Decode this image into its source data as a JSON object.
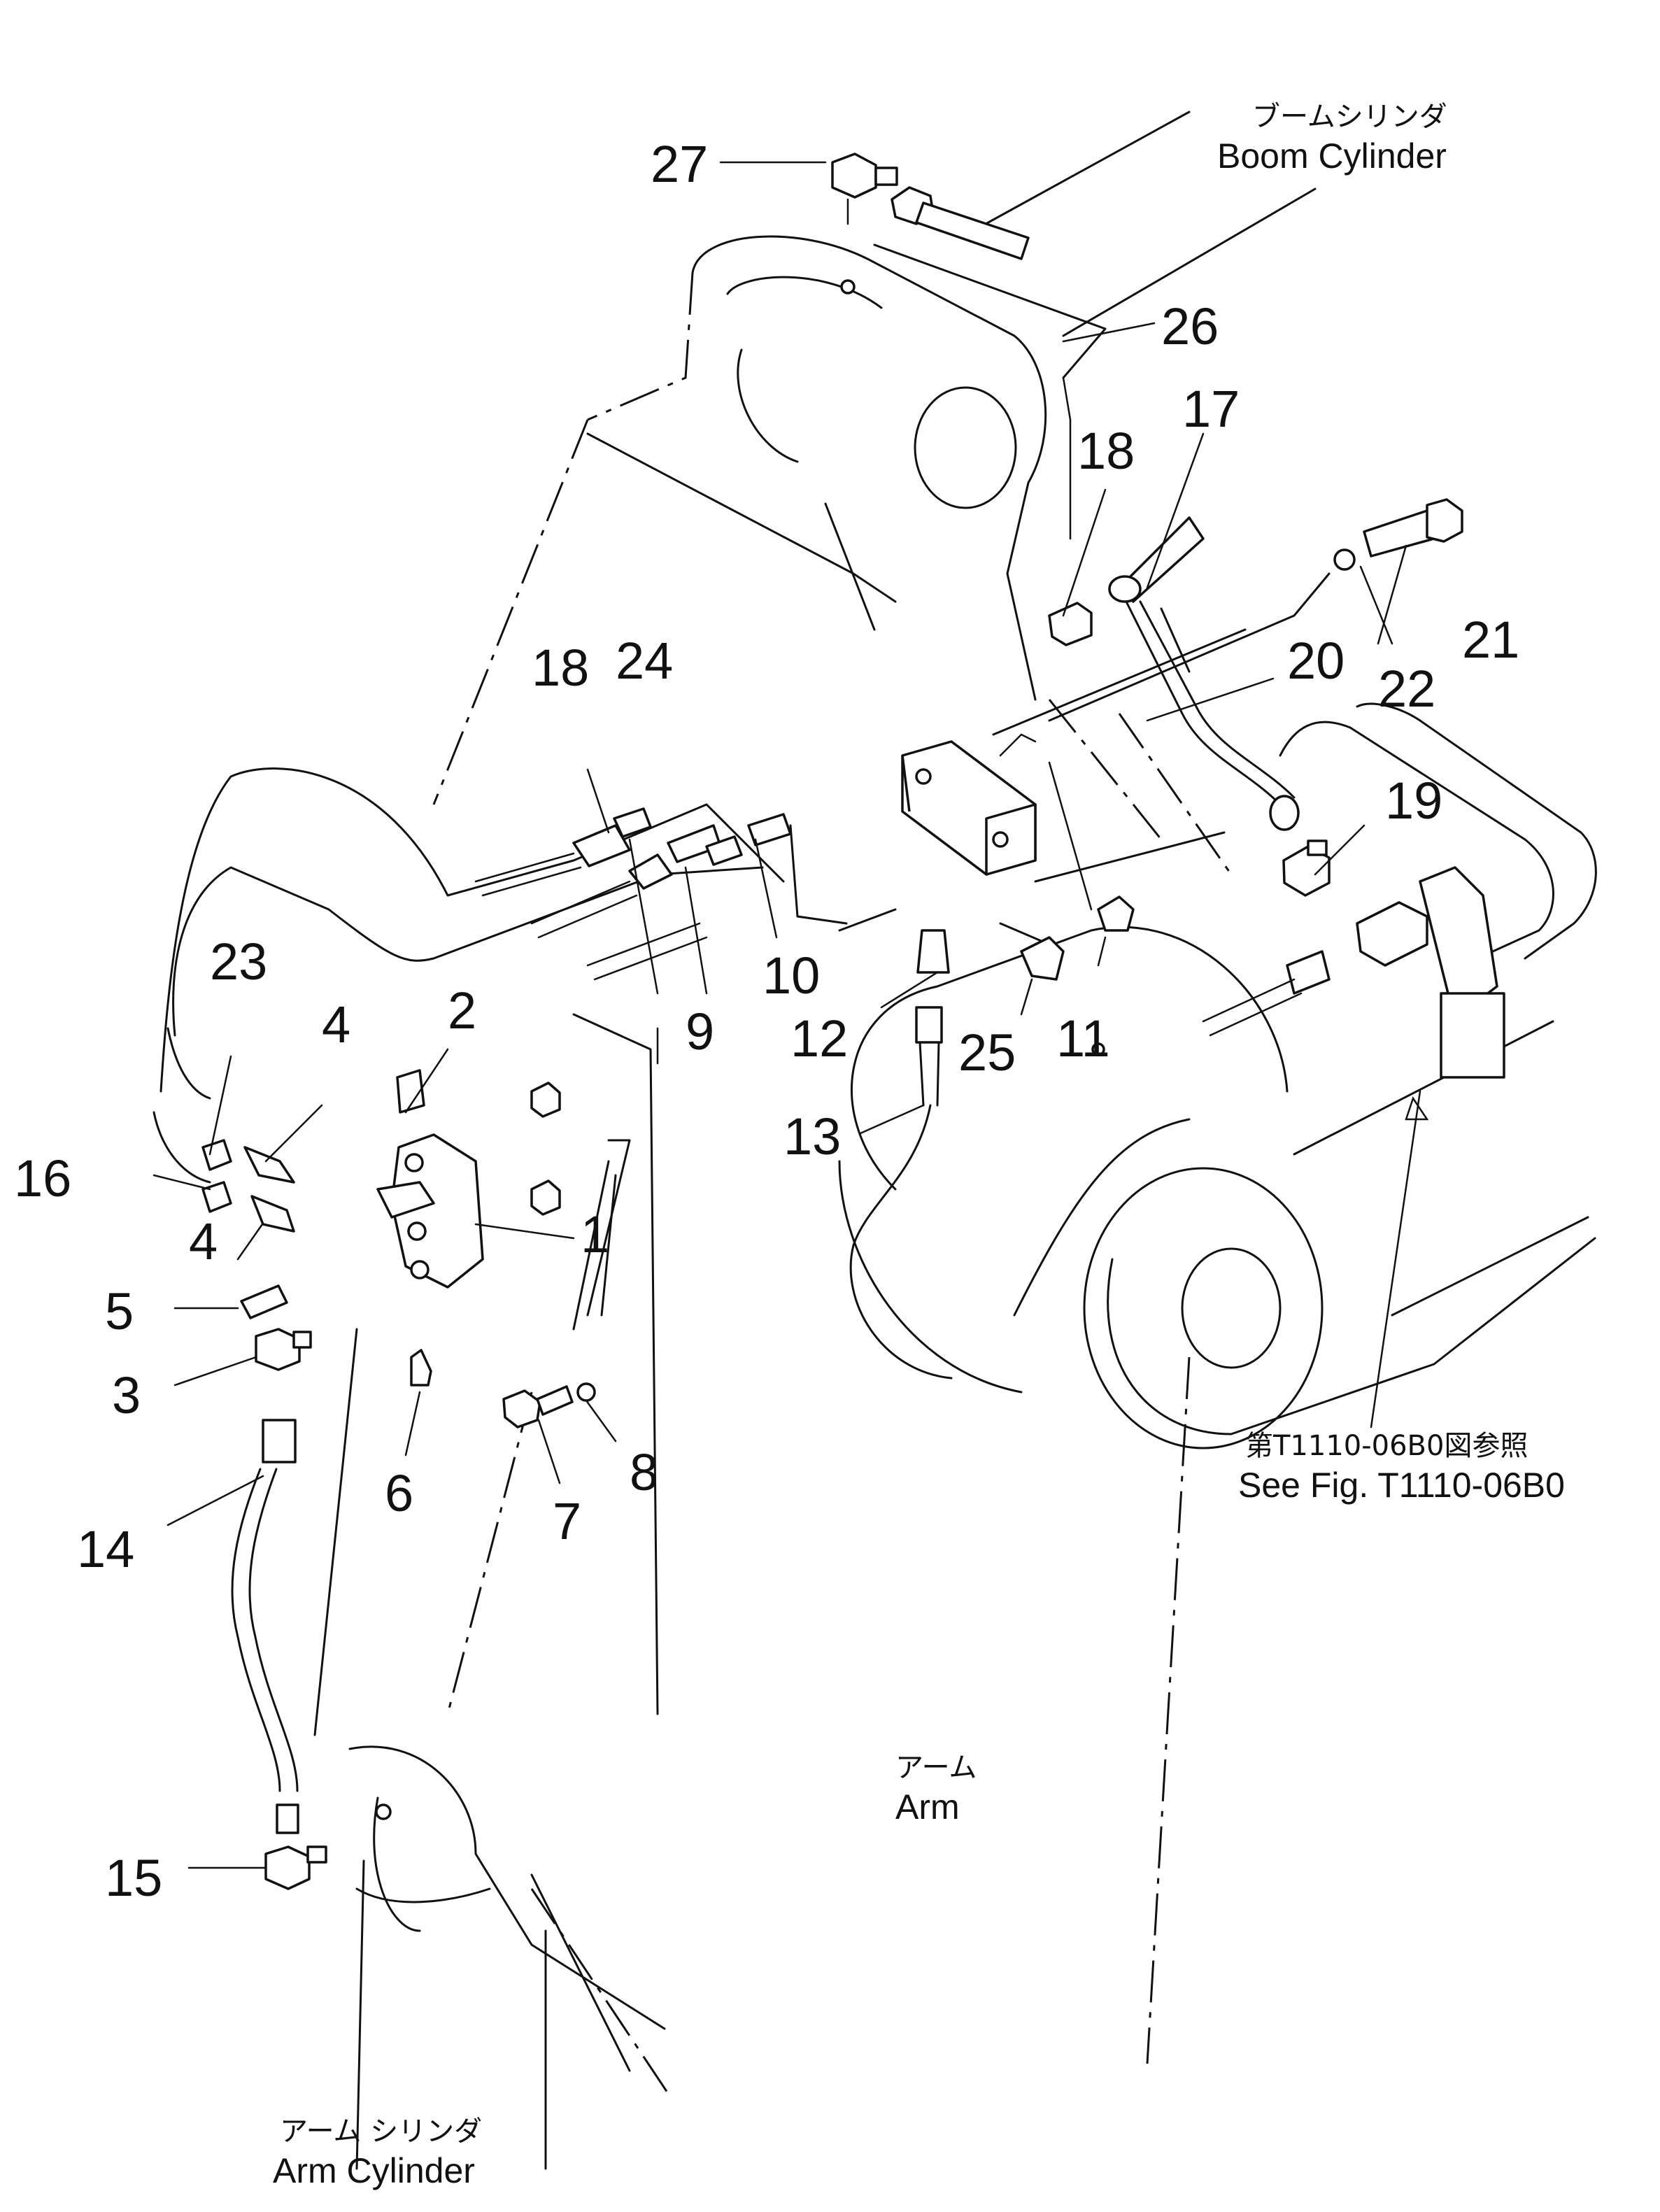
{
  "labels": {
    "boom_cylinder_jp": "ブームシリンダ",
    "boom_cylinder_en": "Boom Cylinder",
    "arm_jp": "アーム",
    "arm_en": "Arm",
    "arm_cylinder_jp": "アーム シリンダ",
    "arm_cylinder_en": "Arm Cylinder",
    "ref_jp": "第T1110-06B0図参照",
    "ref_en": "See Fig. T1110-06B0"
  },
  "callouts": [
    {
      "id": "p1",
      "text": "1"
    },
    {
      "id": "p2",
      "text": "2"
    },
    {
      "id": "p3",
      "text": "3"
    },
    {
      "id": "p4a",
      "text": "4"
    },
    {
      "id": "p4b",
      "text": "4"
    },
    {
      "id": "p5",
      "text": "5"
    },
    {
      "id": "p6",
      "text": "6"
    },
    {
      "id": "p7",
      "text": "7"
    },
    {
      "id": "p8",
      "text": "8"
    },
    {
      "id": "p9",
      "text": "9"
    },
    {
      "id": "p10",
      "text": "10"
    },
    {
      "id": "p11",
      "text": "11"
    },
    {
      "id": "p12",
      "text": "12"
    },
    {
      "id": "p13",
      "text": "13"
    },
    {
      "id": "p14",
      "text": "14"
    },
    {
      "id": "p15",
      "text": "15"
    },
    {
      "id": "p16",
      "text": "16"
    },
    {
      "id": "p17",
      "text": "17"
    },
    {
      "id": "p18a",
      "text": "18"
    },
    {
      "id": "p18b",
      "text": "18"
    },
    {
      "id": "p19",
      "text": "19"
    },
    {
      "id": "p20",
      "text": "20"
    },
    {
      "id": "p21",
      "text": "21"
    },
    {
      "id": "p22",
      "text": "22"
    },
    {
      "id": "p23",
      "text": "23"
    },
    {
      "id": "p24",
      "text": "24"
    },
    {
      "id": "p25",
      "text": "25"
    },
    {
      "id": "p26",
      "text": "26"
    },
    {
      "id": "p27",
      "text": "27"
    }
  ]
}
